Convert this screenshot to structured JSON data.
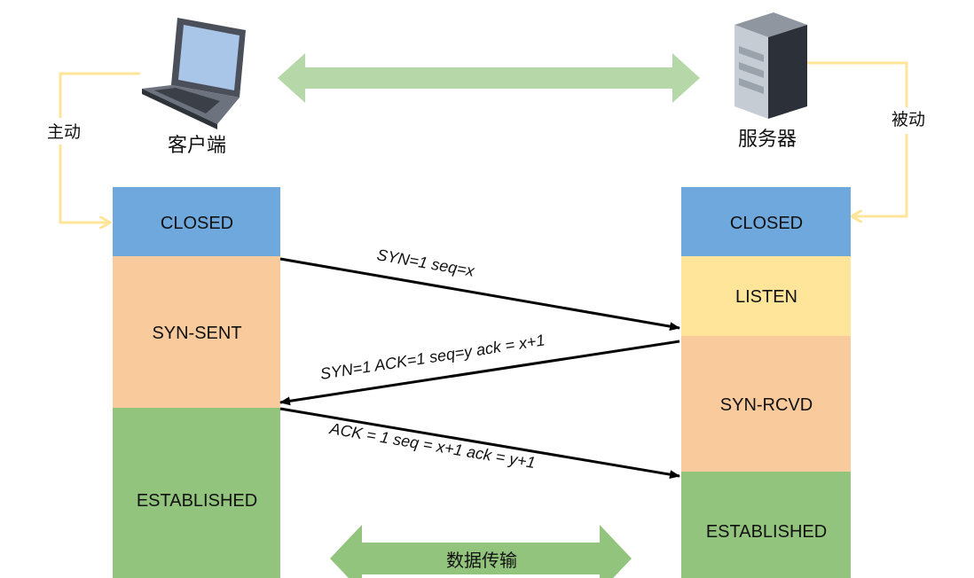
{
  "client": {
    "label": "客户端",
    "role": "主动",
    "icon": "laptop-icon"
  },
  "server": {
    "label": "服务器",
    "role": "被动",
    "icon": "server-icon"
  },
  "client_states": [
    {
      "label": "CLOSED",
      "color": "#6fa8dc"
    },
    {
      "label": "SYN-SENT",
      "color": "#f9cb9c"
    },
    {
      "label": "ESTABLISHED",
      "color": "#93c47d"
    }
  ],
  "server_states": [
    {
      "label": "CLOSED",
      "color": "#6fa8dc"
    },
    {
      "label": "LISTEN",
      "color": "#ffe599"
    },
    {
      "label": "SYN-RCVD",
      "color": "#f9cb9c"
    },
    {
      "label": "ESTABLISHED",
      "color": "#93c47d"
    }
  ],
  "messages": [
    {
      "text": "SYN=1  seq=x"
    },
    {
      "text": "SYN=1 ACK=1 seq=y ack = x+1"
    },
    {
      "text": "ACK = 1 seq = x+1 ack = y+1"
    }
  ],
  "data_transfer": {
    "label": "数据传输"
  },
  "colors": {
    "connection_arrow": "#b6d7a8",
    "data_arrow": "#93c47d",
    "role_arrow": "#ffe599"
  }
}
